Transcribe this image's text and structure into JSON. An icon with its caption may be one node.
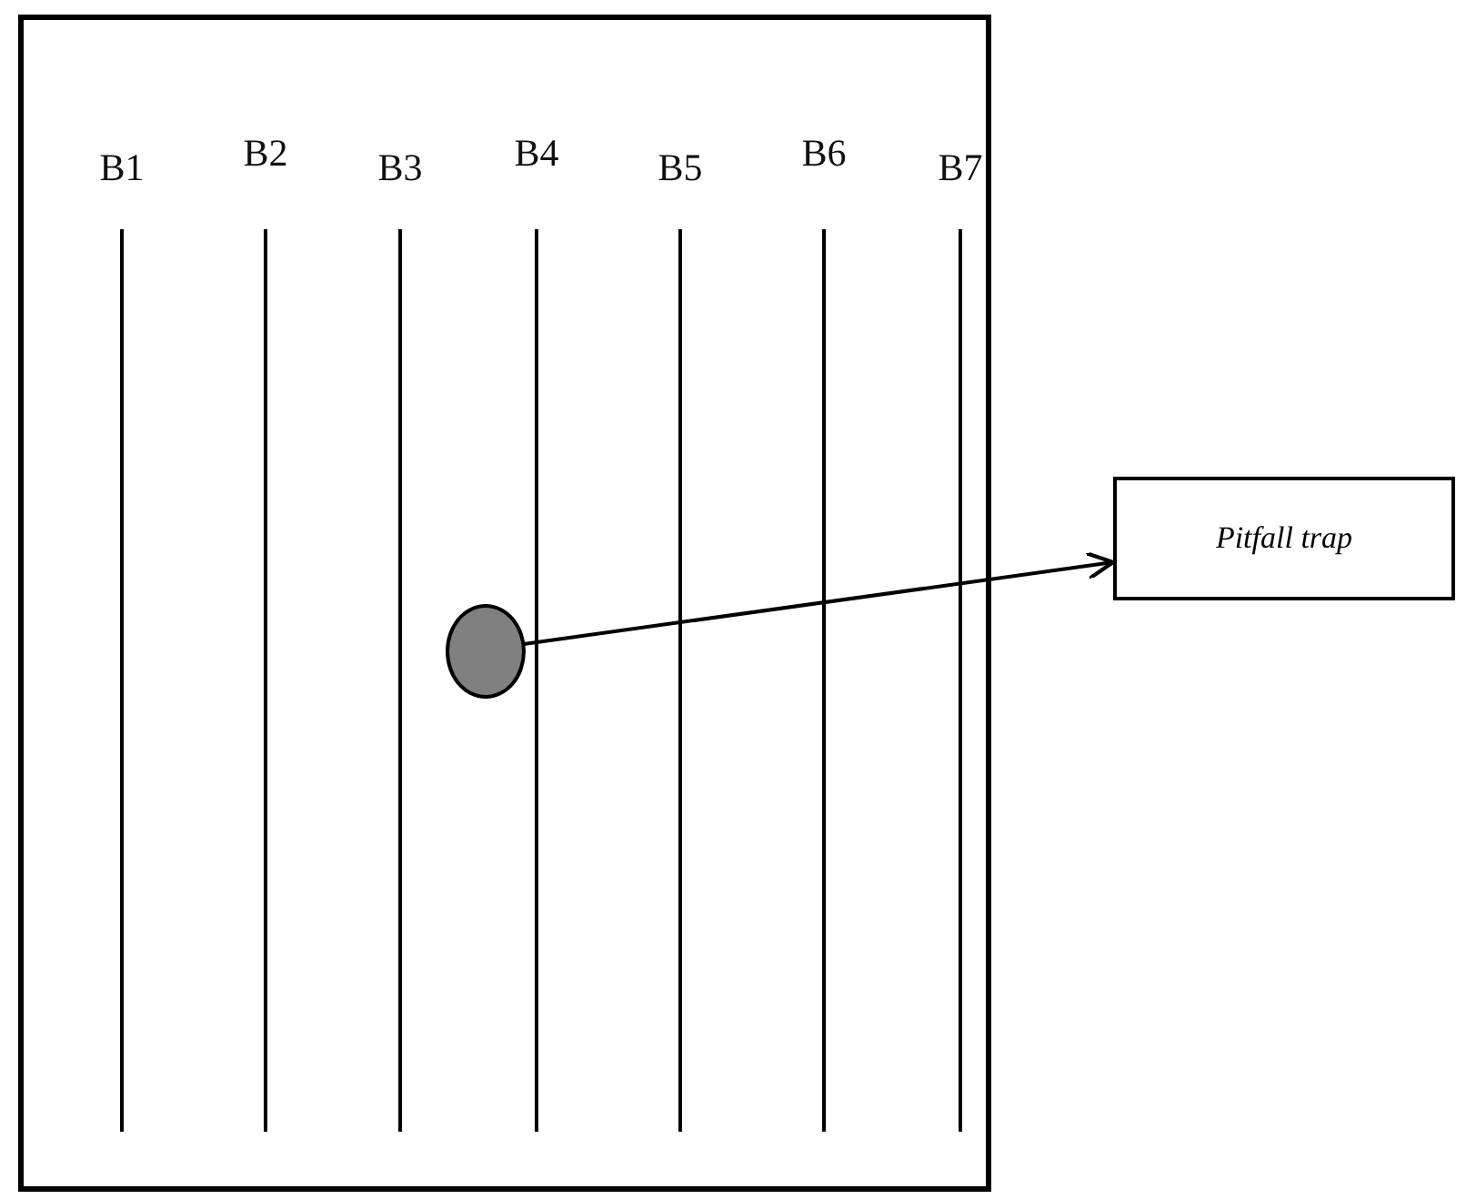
{
  "diagram": {
    "nodes": [
      {
        "text": [],
        "shape": "box"
      },
      {
        "text": [],
        "shape": "circle",
        "in": 0
      },
      {
        "text": [
          "Pitfall trap"
        ]
      }
    ],
    "edges": [
      {
        "from": 1,
        "to": 2,
        "arrow": "to"
      }
    ],
    "labels": [
      "B1",
      "B2",
      "B3",
      "B4",
      "B5",
      "B6",
      "B7"
    ]
  }
}
